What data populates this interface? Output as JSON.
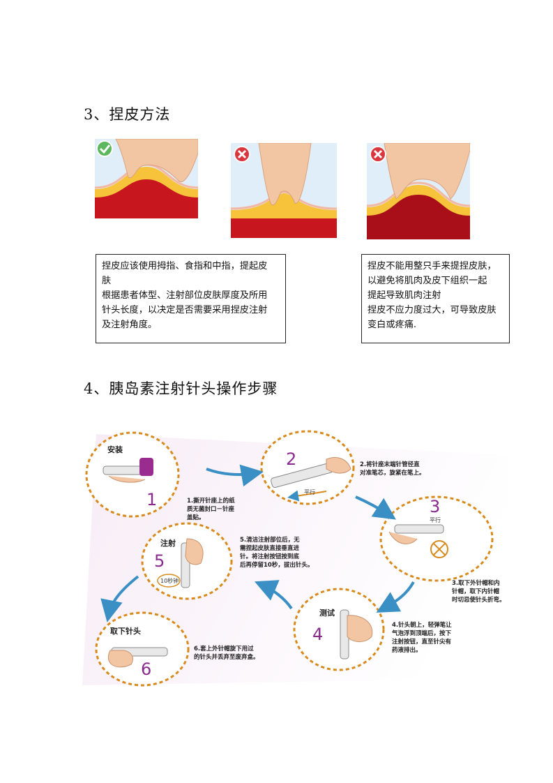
{
  "section3": {
    "title": "3、捏皮方法",
    "correct_box": {
      "lines": [
        "捏皮应该使用拇指、食指和中指，提起皮",
        "肤",
        "根据患者体型、注射部位皮肤厚度及所用",
        "针头长度，以决定是否需要采用捏皮注射",
        "及注射角度。"
      ]
    },
    "wrong_box": {
      "lines": [
        "捏皮不能用整只手来提捏皮肤，",
        "以避免将肌肉及皮下组织一起",
        "提起导致肌肉注射",
        "捏皮不应力度过大，可导致皮肤",
        "变白或疼痛."
      ]
    }
  },
  "section4": {
    "title": "4、胰岛素注射针头操作步骤",
    "steps": [
      {
        "number": "1",
        "title": "安装",
        "caption": [
          "1.撕开针座上的纸",
          "质无菌封口－针座",
          "盖贴。"
        ]
      },
      {
        "number": "2",
        "title": "",
        "label": "平行",
        "caption": [
          "2.将针座末端针管径直",
          "对准笔芯，旋紧在笔上。"
        ]
      },
      {
        "number": "3",
        "title": "",
        "label": "平行",
        "caption": [
          "3.取下外针帽和内",
          "针帽，取下内针帽",
          "时切忌使针头折弯。"
        ]
      },
      {
        "number": "4",
        "title": "测试",
        "caption": [
          "4.针头朝上，轻弹笔让",
          "气泡浮到顶端后，按下",
          "注射按钮，直至针尖有",
          "药液排出。"
        ]
      },
      {
        "number": "5",
        "title": "注射",
        "label": "10秒钟",
        "caption": [
          "5.清洁注射部位后，无",
          "需捏起皮肤直接垂直进",
          "针。将注射按钮按到底",
          "后再停留10秒，拔出针头。"
        ]
      },
      {
        "number": "6",
        "title": "取下针头",
        "caption": [
          "6.套上外针帽旋下用过",
          "的针头并丢弃至废弃盒。"
        ]
      }
    ]
  },
  "colors": {
    "accent_purple": "#8a2a8e",
    "dash_orange": "#d98a1c",
    "arrow_blue": "#3a8fc4",
    "check_green": "#5cb85c",
    "cross_red": "#d9363e"
  }
}
